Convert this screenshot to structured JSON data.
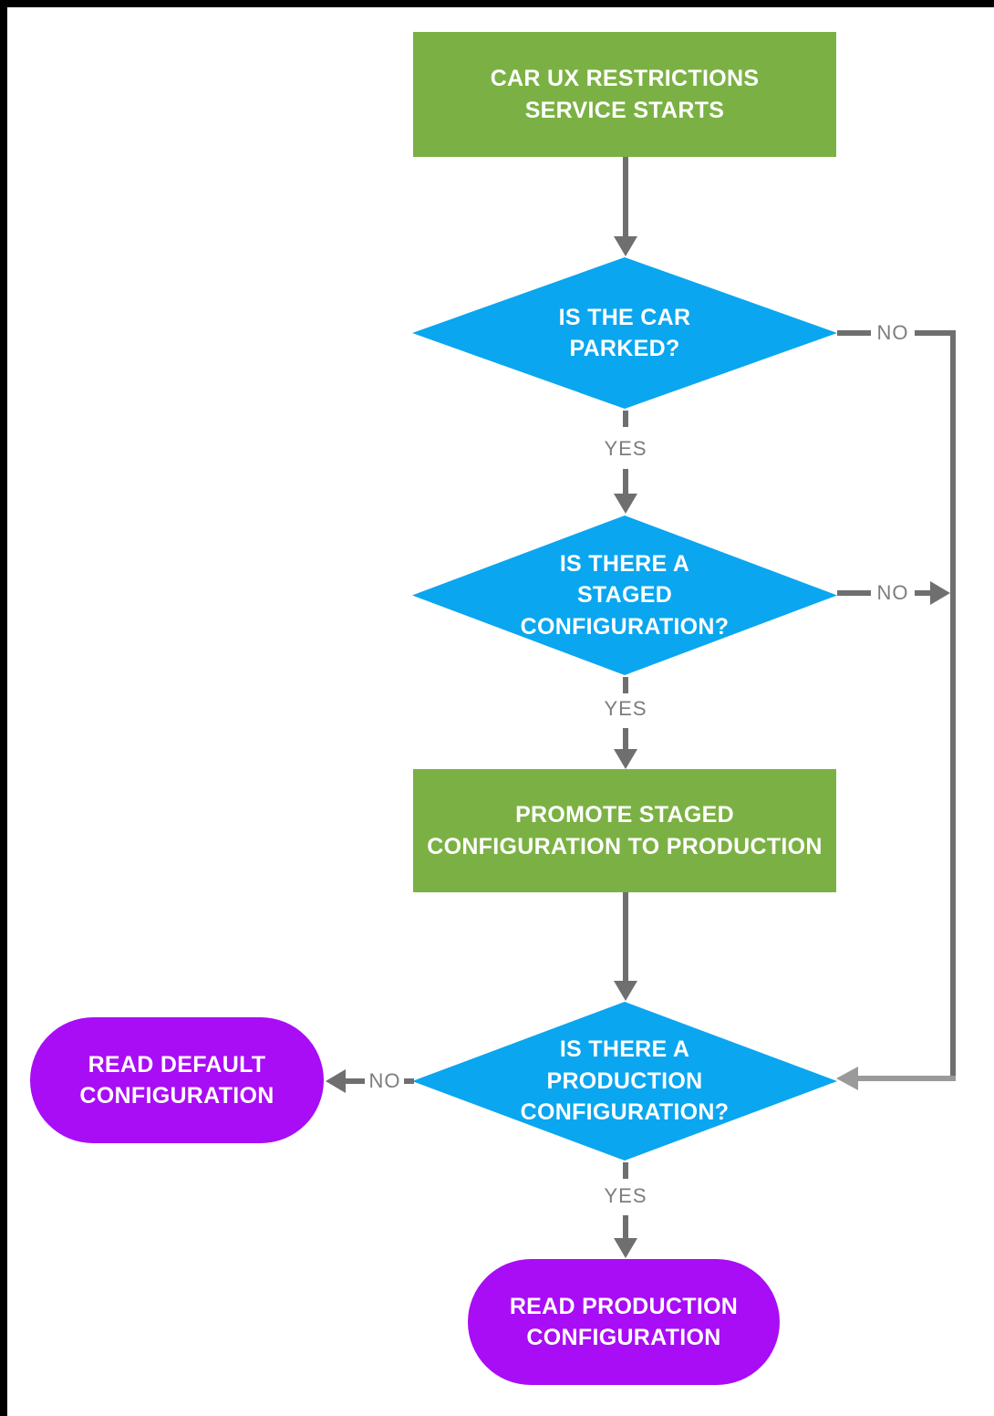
{
  "page": {
    "background": "#ffffff",
    "frame_color": "#000000"
  },
  "palette": {
    "process_green": "#7bb144",
    "decision_blue": "#0aa6f0",
    "terminal_purple": "#a80df5",
    "connector_gray": "#6f6f6f",
    "connector_light_gray": "#9a9a9a",
    "edge_label_gray": "#7d7d7d",
    "node_text": "#ffffff"
  },
  "flowchart": {
    "nodes": {
      "start": {
        "shape": "process",
        "label": "CAR UX RESTRICTIONS\nSERVICE STARTS"
      },
      "is_parked": {
        "shape": "decision",
        "label": "IS THE CAR\nPARKED?"
      },
      "is_staged": {
        "shape": "decision",
        "label": "IS THERE A\nSTAGED\nCONFIGURATION?"
      },
      "promote": {
        "shape": "process",
        "label": "PROMOTE STAGED\nCONFIGURATION TO PRODUCTION"
      },
      "is_production": {
        "shape": "decision",
        "label": "IS THERE A\nPRODUCTION\nCONFIGURATION?"
      },
      "read_default": {
        "shape": "terminal",
        "label": "READ DEFAULT\nCONFIGURATION"
      },
      "read_production": {
        "shape": "terminal",
        "label": "READ PRODUCTION\nCONFIGURATION"
      }
    },
    "edge_labels": {
      "parked_yes": "YES",
      "parked_no": "NO",
      "staged_yes": "YES",
      "staged_no": "NO",
      "production_yes": "YES",
      "production_no": "NO"
    }
  }
}
